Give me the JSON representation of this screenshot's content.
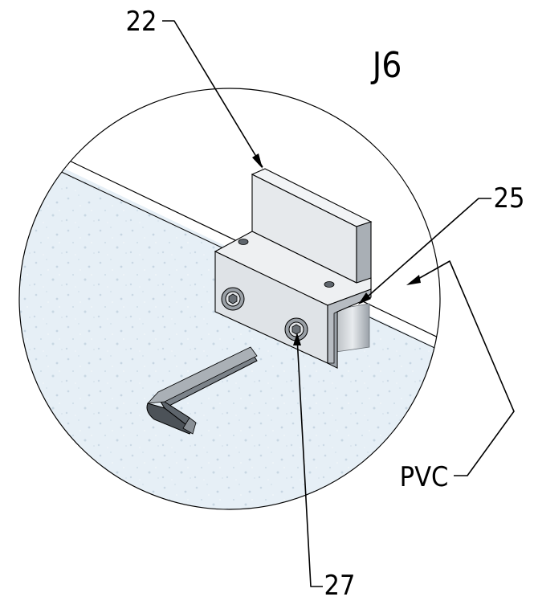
{
  "view_label": "J6",
  "callouts": {
    "c22": "22",
    "c25": "25",
    "c27": "27",
    "pvc": "PVC"
  },
  "colors": {
    "foam_base": "#e4eef5",
    "foam_speckle": "#cfdde8",
    "bracket_top": "#e9ecef",
    "bracket_front": "#dde1e5",
    "bracket_side": "#aeb4ba",
    "line": "#000000"
  }
}
